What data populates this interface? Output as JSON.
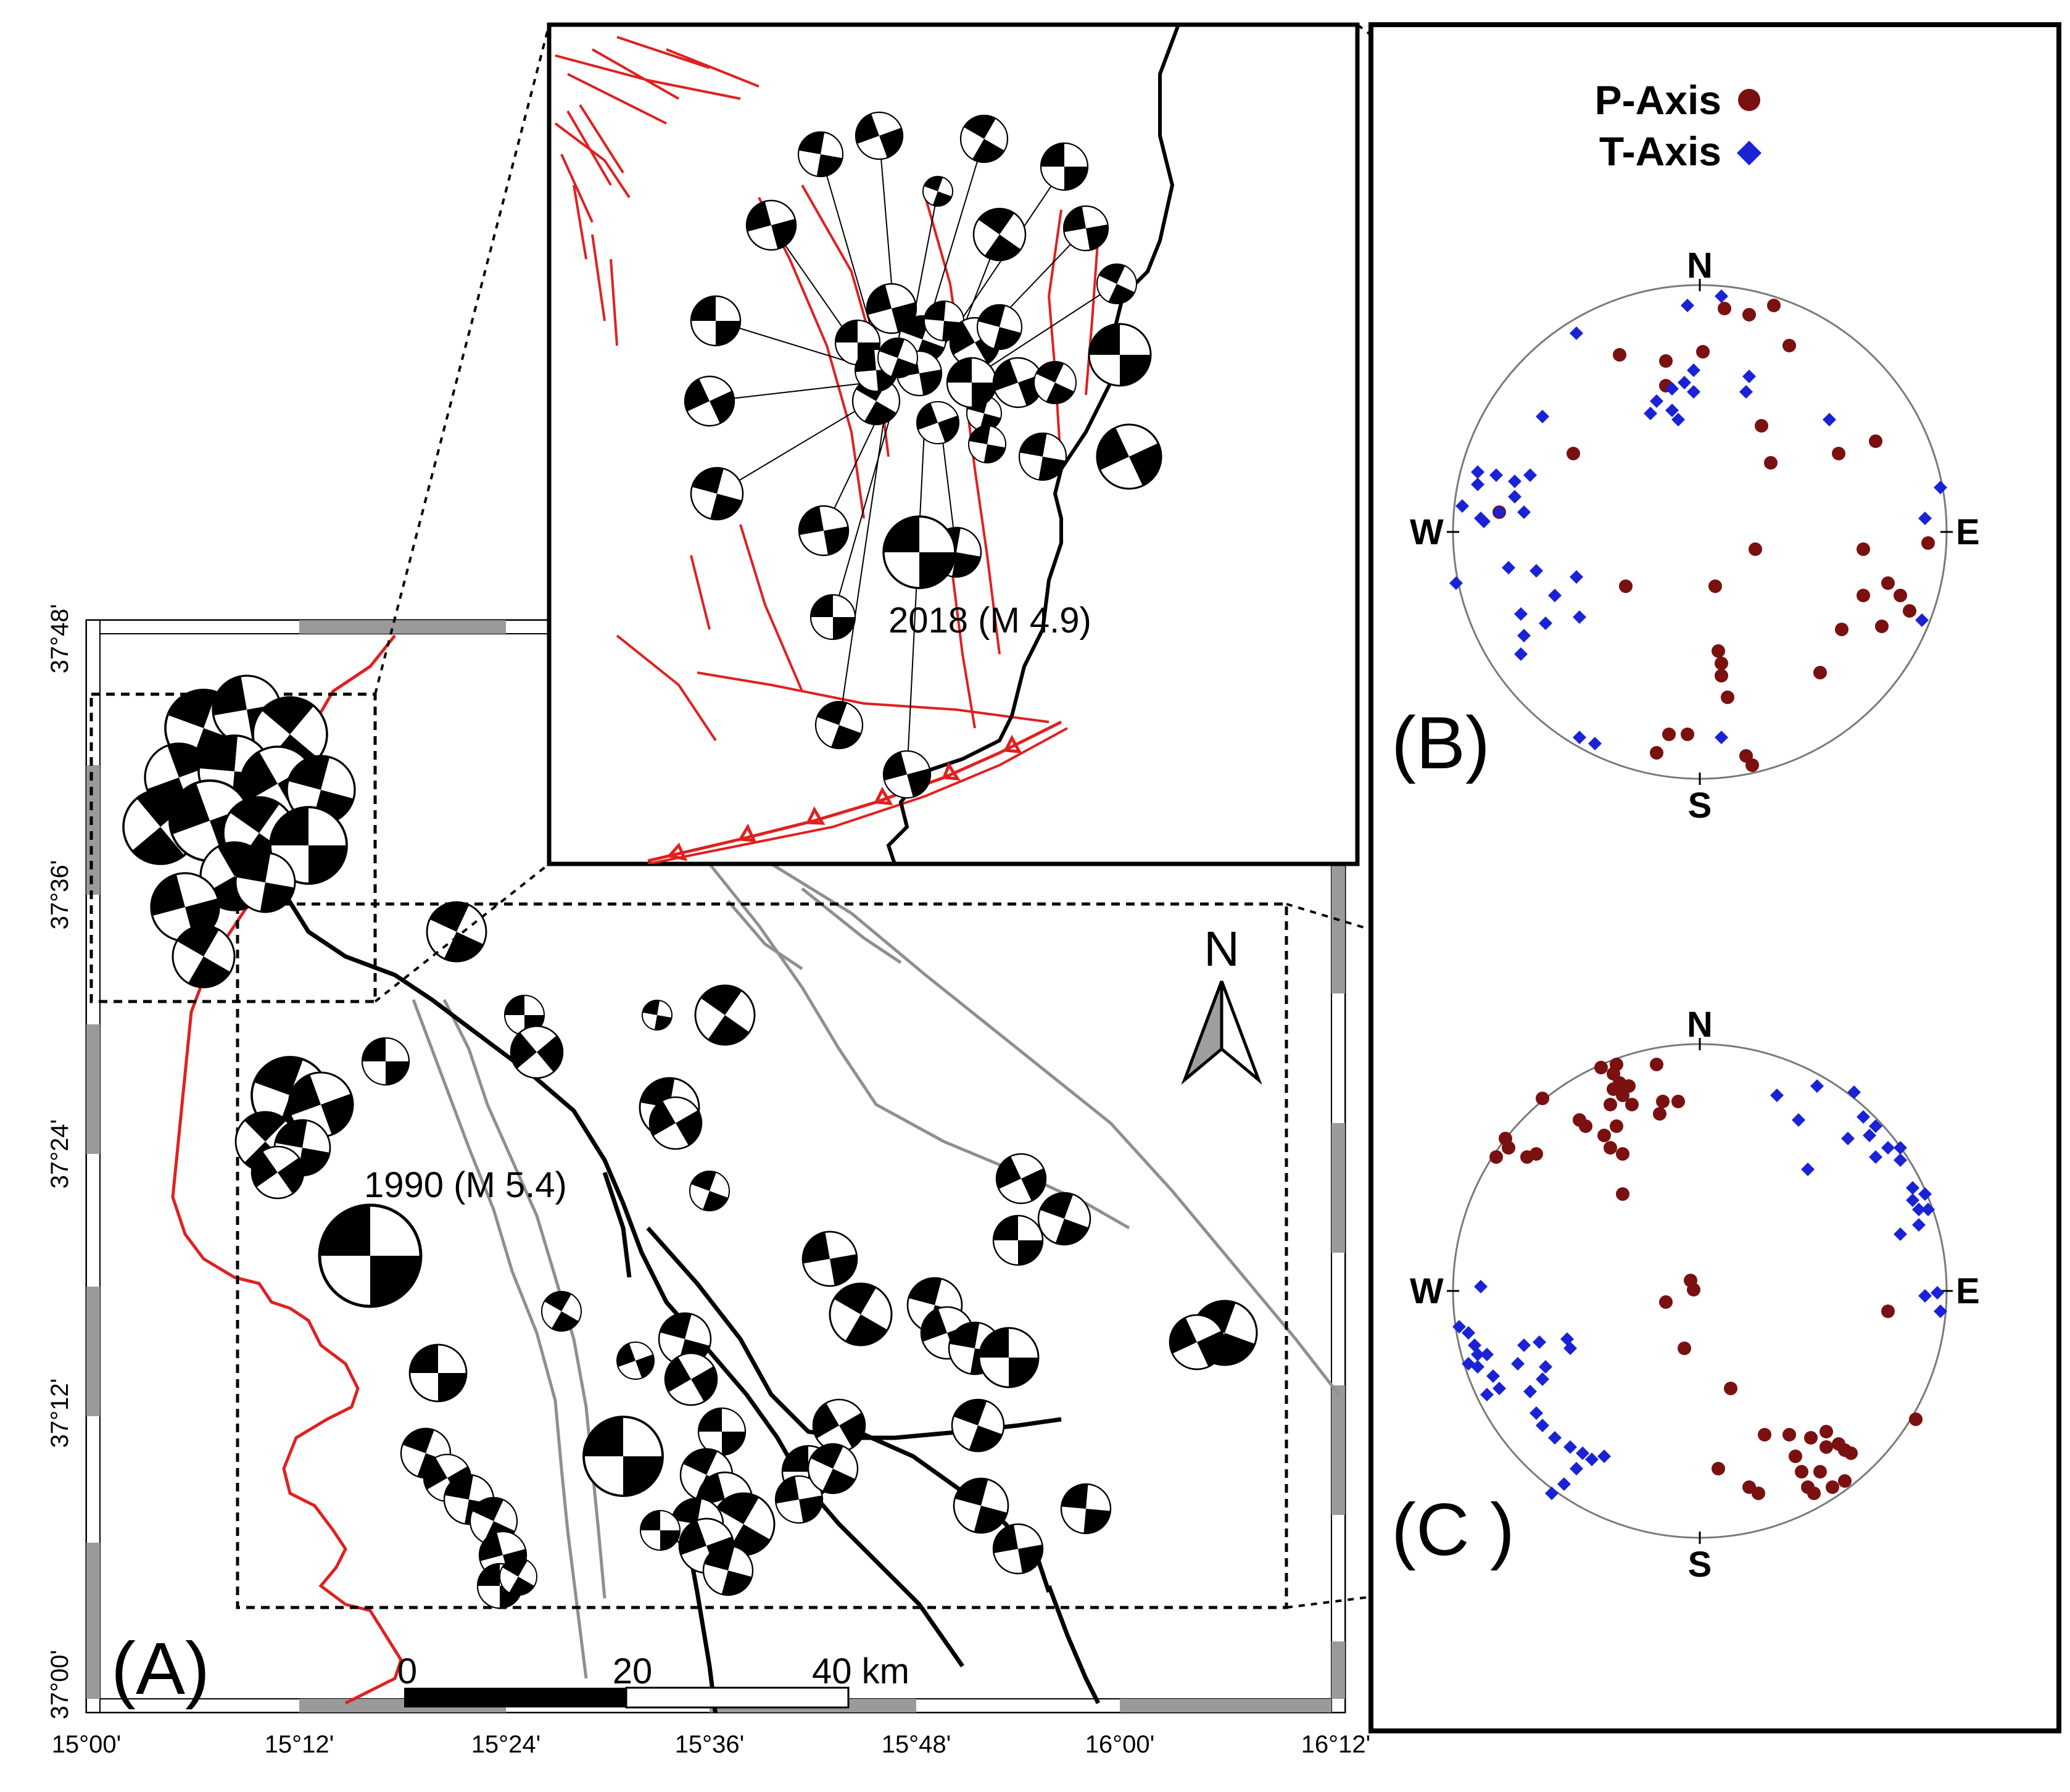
{
  "figure": {
    "panel_labels": {
      "a": "(A)",
      "b": "(B)",
      "c": "(C )"
    },
    "longitude_ticks": [
      "15°00'",
      "15°12'",
      "15°24'",
      "15°36'",
      "15°48'",
      "16°00'",
      "16°12'"
    ],
    "latitude_ticks": [
      "37°48'",
      "37°36'",
      "37°24'",
      "37°12'",
      "37°00'"
    ],
    "annotations": {
      "event_2018": "2018 (M 4.9)",
      "event_1990": "1990 (M 5.4)"
    },
    "north_arrow": "N",
    "scale_bar": {
      "tick0": "0",
      "tick1": "20",
      "tick2": "40 km"
    },
    "stereonet_labels": {
      "n": "N",
      "s": "S",
      "e": "E",
      "w": "W"
    },
    "legend": {
      "p_axis": "P-Axis",
      "t_axis": "T-Axis"
    },
    "colors": {
      "p_axis": "#7a1010",
      "t_axis": "#1a22d6",
      "faults_onshore": "#e02020",
      "faults_offshore": "#8f8f8f",
      "coastline": "#e02020",
      "beachball_fill": "#000000"
    },
    "icons": [
      "beachball-icon",
      "north-arrow-icon",
      "p-axis-dot-icon",
      "t-axis-diamond-icon"
    ]
  }
}
